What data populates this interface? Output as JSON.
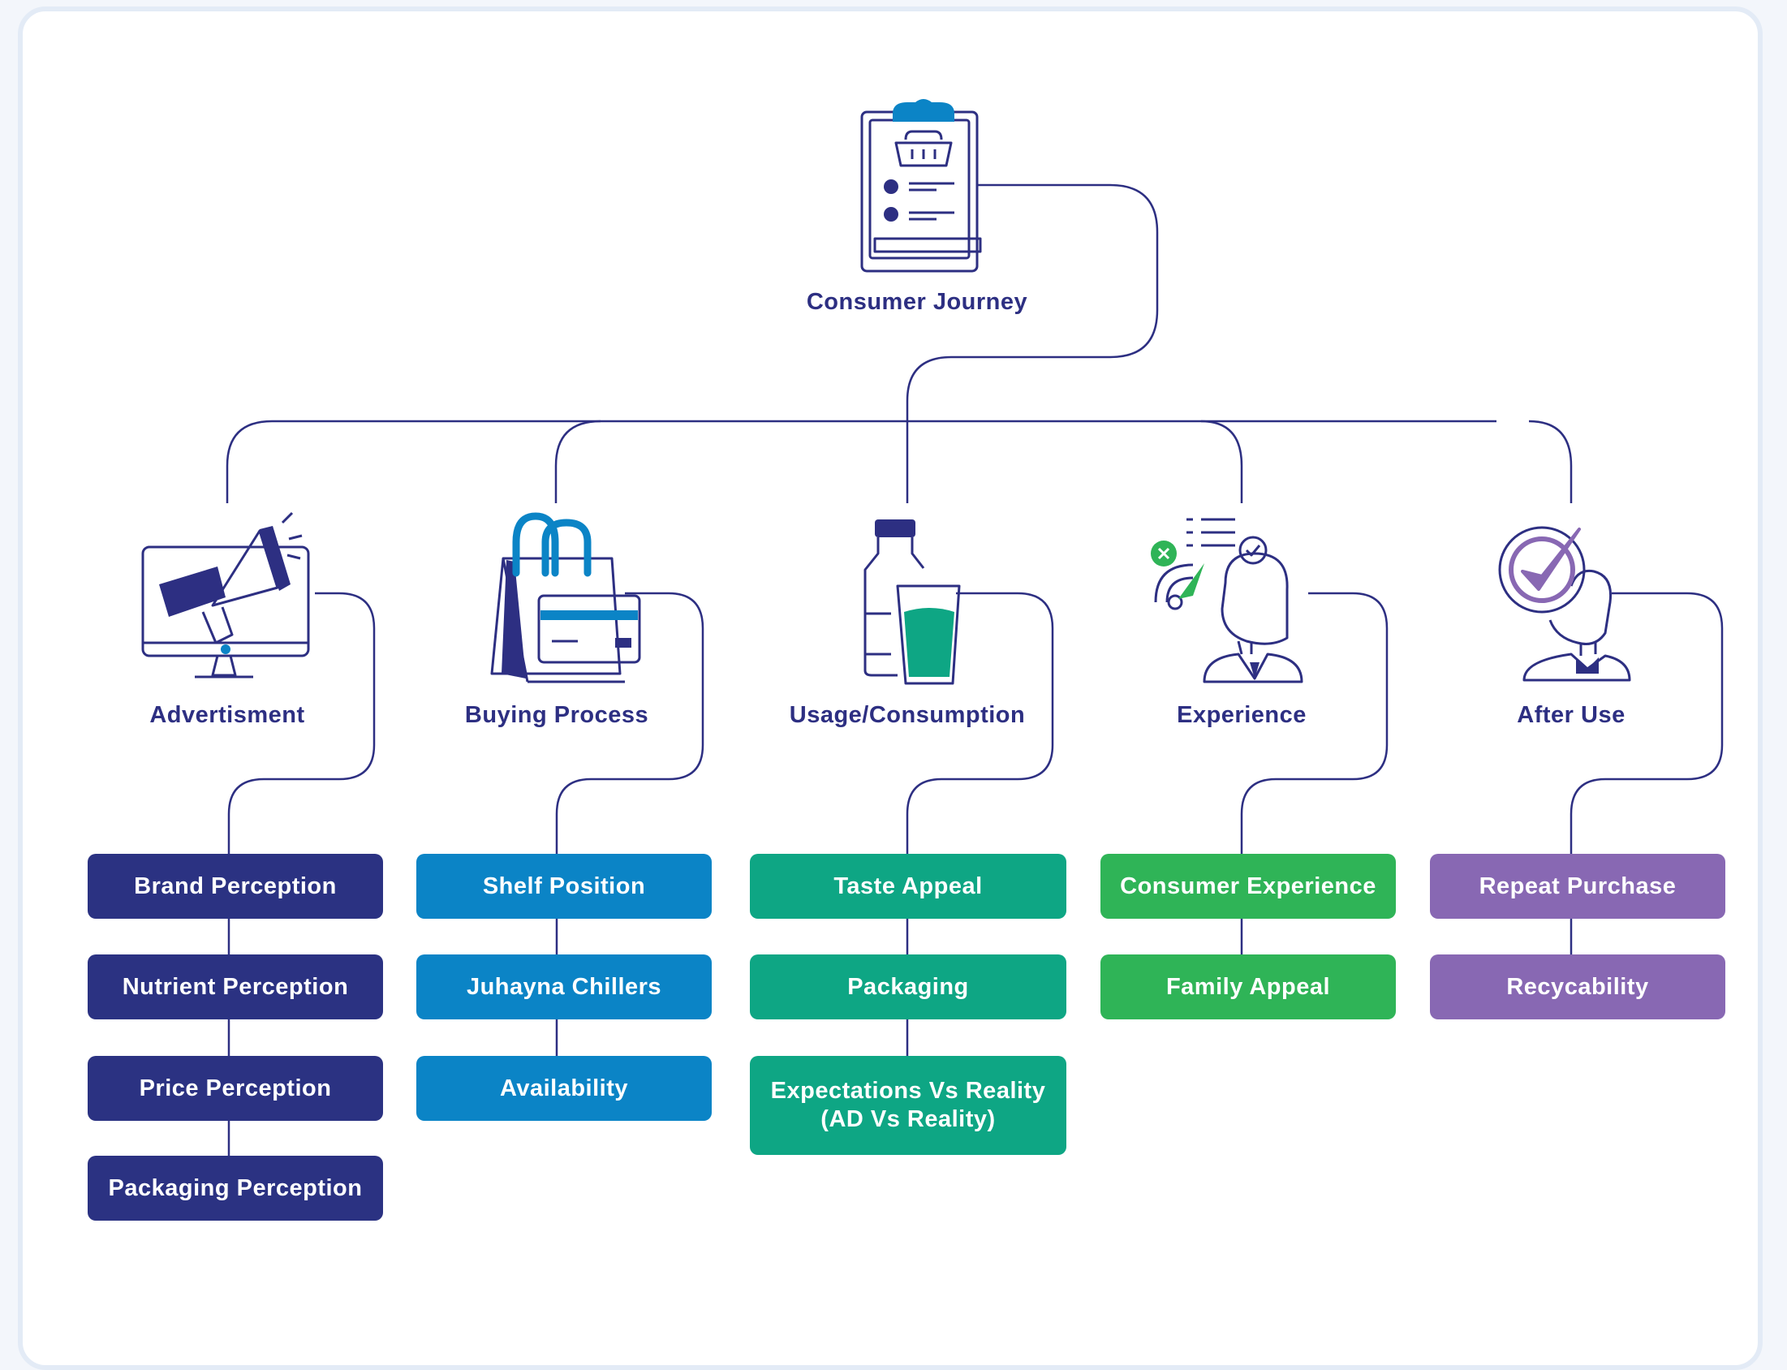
{
  "root": {
    "label": "Consumer Journey",
    "icon": "clipboard-basket-icon"
  },
  "stages": [
    {
      "id": "advertisment",
      "label": "Advertisment",
      "icon": "megaphone-monitor-icon",
      "color": "#2b3282",
      "items": [
        "Brand Perception",
        "Nutrient Perception",
        "Price Perception",
        "Packaging Perception"
      ]
    },
    {
      "id": "buying",
      "label": "Buying Process",
      "icon": "shopping-bag-card-icon",
      "color": "#0b84c6",
      "items": [
        "Shelf Position",
        "Juhayna Chillers",
        "Availability"
      ]
    },
    {
      "id": "usage",
      "label": "Usage/Consumption",
      "icon": "bottle-glass-icon",
      "color": "#0ea684",
      "items": [
        "Taste Appeal",
        "Packaging",
        "Expectations Vs Reality",
        "(AD Vs Reality)"
      ]
    },
    {
      "id": "experience",
      "label": "Experience",
      "icon": "person-gauge-icon",
      "color": "#2fb457",
      "items": [
        "Consumer Experience",
        "Family Appeal"
      ]
    },
    {
      "id": "afteruse",
      "label": "After Use",
      "icon": "person-checkmark-icon",
      "color": "#8868b3",
      "items": [
        "Repeat Purchase",
        "Recycability"
      ]
    }
  ],
  "colors": {
    "line": "#2d2f82",
    "text": "#2d2f82",
    "frame": "#e3ebf6",
    "accent_blue": "#0b84c6",
    "accent_green": "#2fb457"
  }
}
